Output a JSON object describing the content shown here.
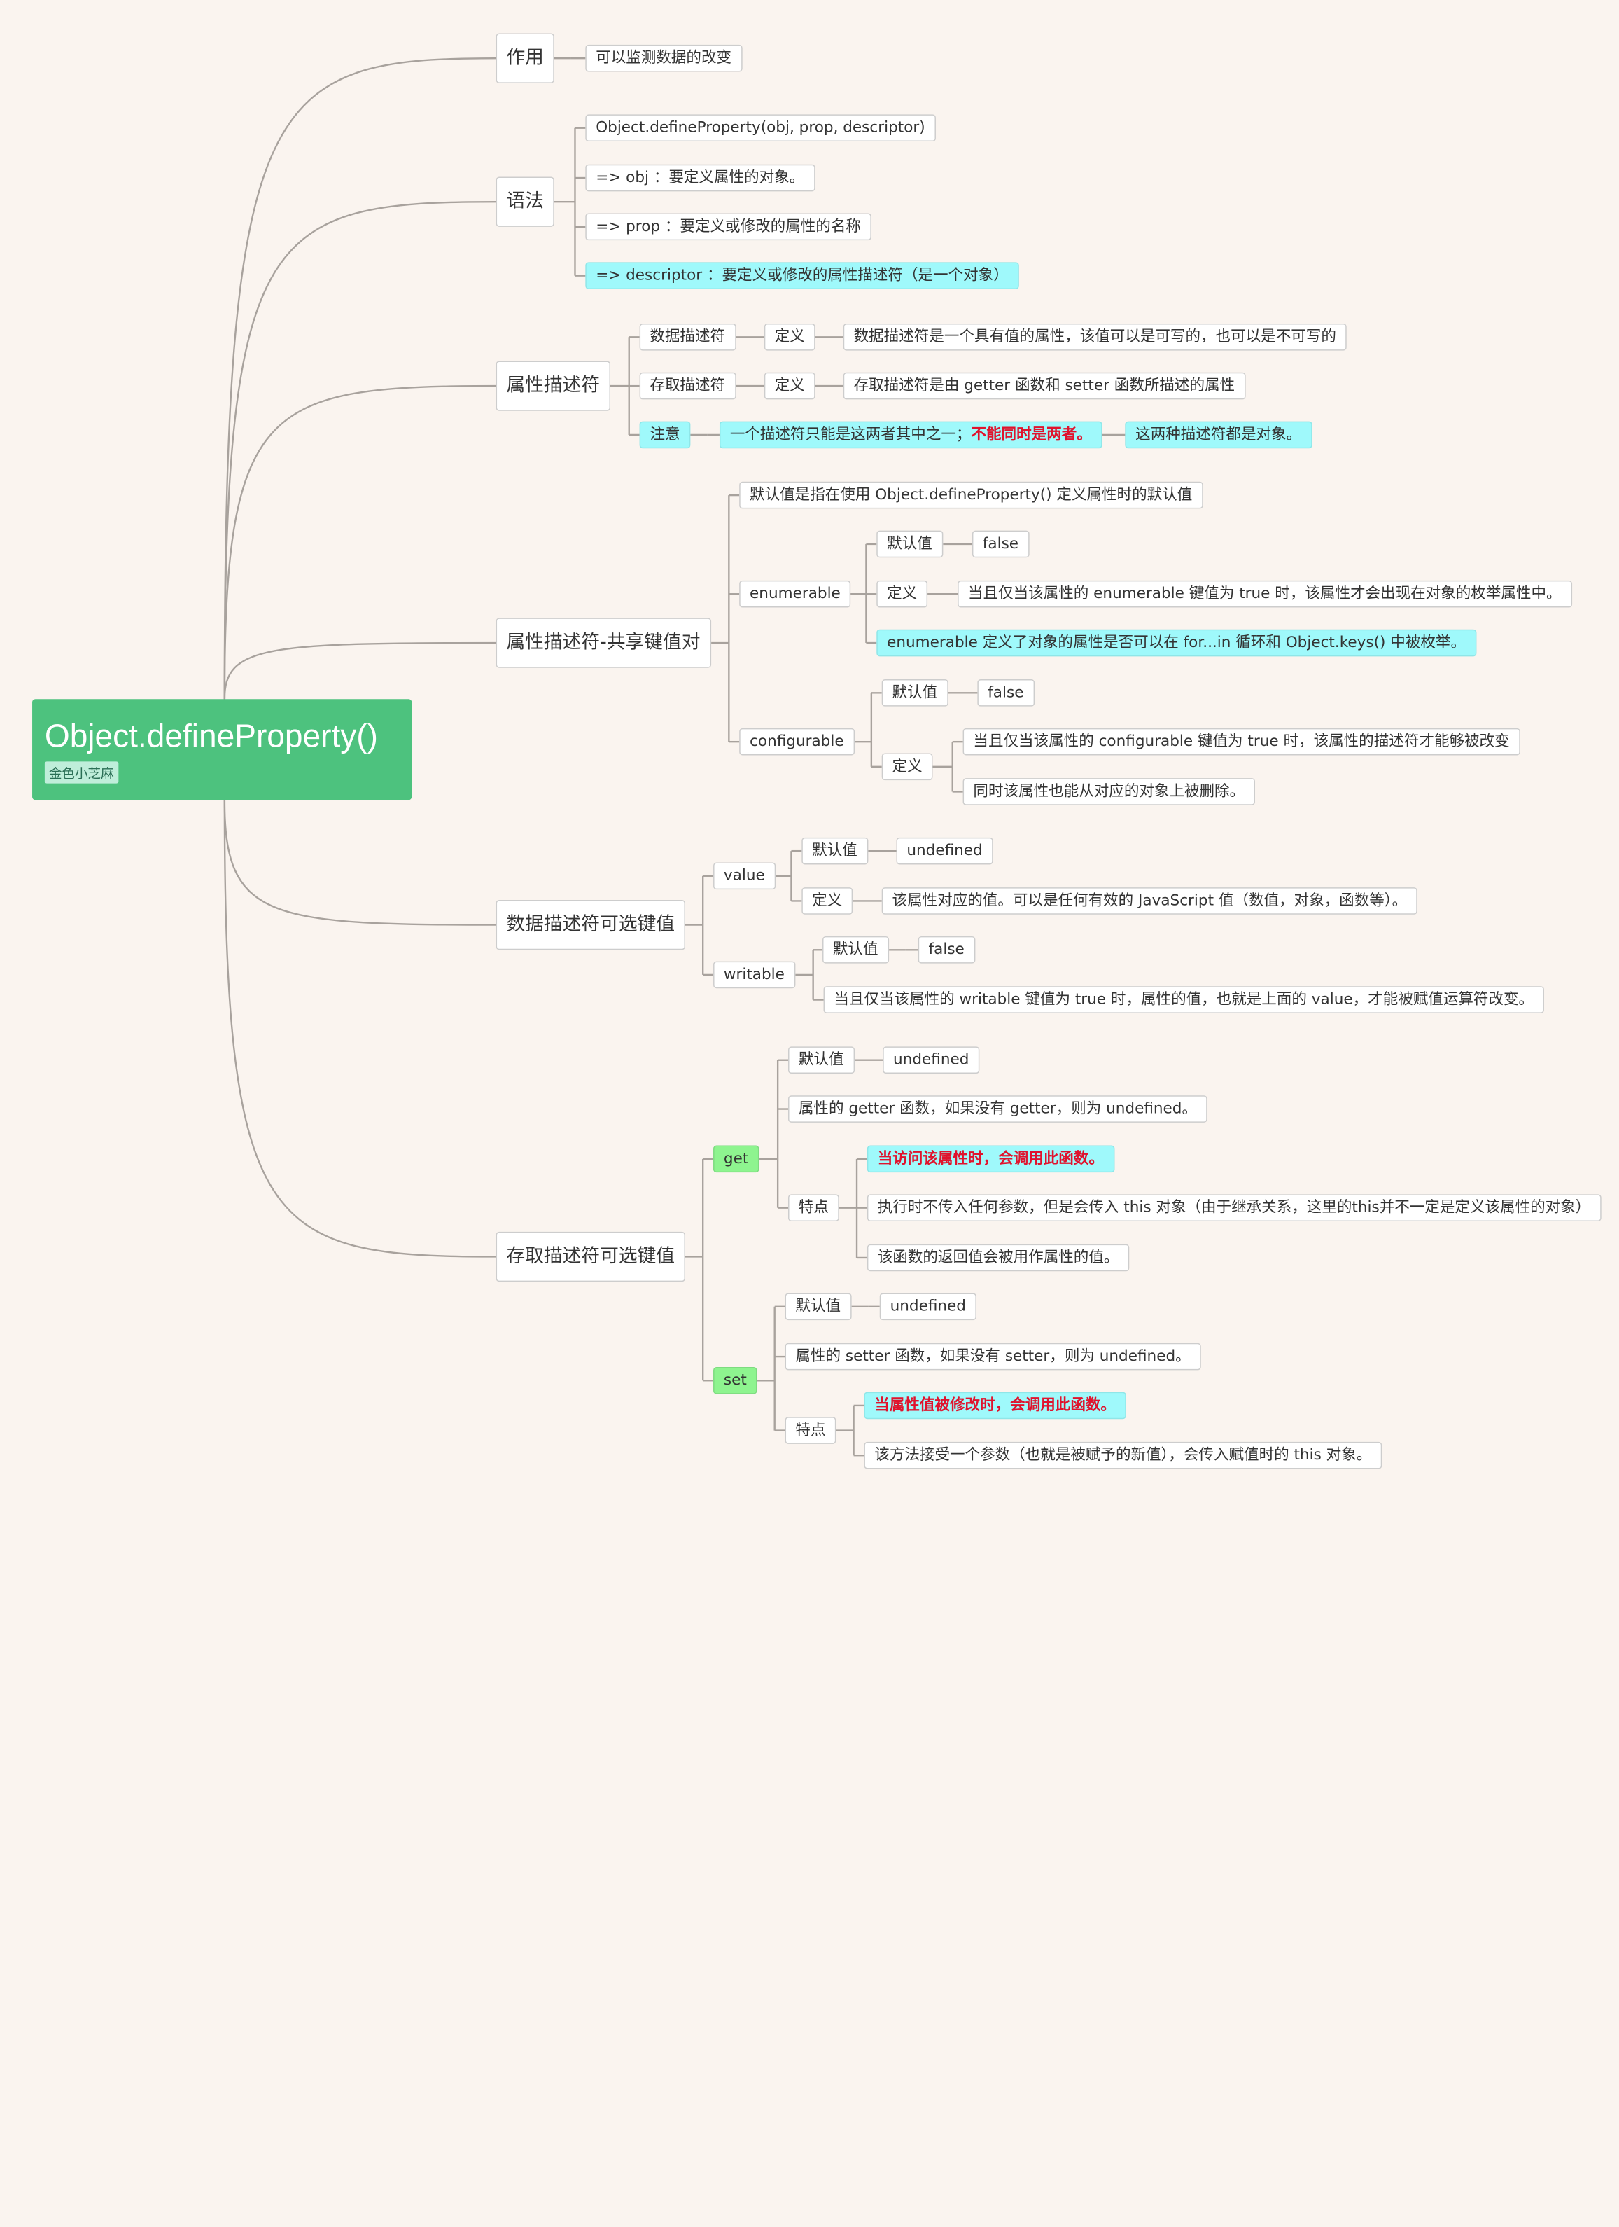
{
  "root": {
    "title": "Object.defineProperty()",
    "tag": "金色小芝麻"
  },
  "nodes": [
    {
      "id": "zy",
      "text": "作用"
    },
    {
      "id": "zy1",
      "text": "可以监测数据的改变"
    },
    {
      "id": "yf",
      "text": "语法"
    },
    {
      "id": "yf1",
      "text": "Object.defineProperty(obj, prop, descriptor)"
    },
    {
      "id": "yf2",
      "text": "=> obj ：要定义属性的对象。"
    },
    {
      "id": "yf3",
      "text": "=> prop ：要定义或修改的属性的名称"
    },
    {
      "id": "yf4",
      "text": "=> descriptor ：要定义或修改的属性描述符（是一个对象）"
    },
    {
      "id": "sx",
      "text": "属性描述符"
    },
    {
      "id": "sj",
      "text": "数据描述符"
    },
    {
      "id": "sjdy",
      "text": "定义"
    },
    {
      "id": "sjdy1",
      "text": "数据描述符是一个具有值的属性，该值可以是可写的，也可以是不可写的"
    },
    {
      "id": "cq",
      "text": "存取描述符"
    },
    {
      "id": "cqdy",
      "text": "定义"
    },
    {
      "id": "cqdy1",
      "text": "存取描述符是由 getter 函数和 setter 函数所描述的属性"
    },
    {
      "id": "zyi",
      "text": "注意"
    },
    {
      "id": "zyi1a",
      "text": "一个描述符只能是这两者其中之一；"
    },
    {
      "id": "zyi1b",
      "text": "不能同时是两者。"
    },
    {
      "id": "zyi2",
      "text": "这两种描述符都是对象。"
    },
    {
      "id": "gx",
      "text": "属性描述符-共享键值对"
    },
    {
      "id": "gx0",
      "text": "默认值是指在使用 Object.defineProperty() 定义属性时的默认值"
    },
    {
      "id": "en",
      "text": "enumerable"
    },
    {
      "id": "enmr",
      "text": "默认值"
    },
    {
      "id": "enmr1",
      "text": "false"
    },
    {
      "id": "endy",
      "text": "定义"
    },
    {
      "id": "endy1",
      "text": "当且仅当该属性的 enumerable 键值为 true 时，该属性才会出现在对象的枚举属性中。"
    },
    {
      "id": "enx",
      "text": "enumerable 定义了对象的属性是否可以在 for...in 循环和 Object.keys() 中被枚举。"
    },
    {
      "id": "cf",
      "text": "configurable"
    },
    {
      "id": "cfmr",
      "text": "默认值"
    },
    {
      "id": "cfmr1",
      "text": "false"
    },
    {
      "id": "cfdy",
      "text": "定义"
    },
    {
      "id": "cfdy1",
      "text": "当且仅当该属性的 configurable 键值为 true 时，该属性的描述符才能够被改变"
    },
    {
      "id": "cfdy2",
      "text": "同时该属性也能从对应的对象上被删除。"
    },
    {
      "id": "sk",
      "text": "数据描述符可选键值"
    },
    {
      "id": "val",
      "text": "value"
    },
    {
      "id": "valmr",
      "text": "默认值"
    },
    {
      "id": "valmr1",
      "text": "undefined"
    },
    {
      "id": "valdy",
      "text": "定义"
    },
    {
      "id": "valdy1",
      "text": "该属性对应的值。可以是任何有效的 JavaScript 值（数值，对象，函数等）。"
    },
    {
      "id": "wr",
      "text": "writable"
    },
    {
      "id": "wrmr",
      "text": "默认值"
    },
    {
      "id": "wrmr1",
      "text": "false"
    },
    {
      "id": "wr2",
      "text": "当且仅当该属性的 writable 键值为 true 时，属性的值，也就是上面的 value，才能被赋值运算符改变。"
    },
    {
      "id": "ck",
      "text": "存取描述符可选键值"
    },
    {
      "id": "get",
      "text": "get"
    },
    {
      "id": "getmr",
      "text": "默认值"
    },
    {
      "id": "getmr1",
      "text": "undefined"
    },
    {
      "id": "get2",
      "text": "属性的 getter 函数，如果没有 getter，则为 undefined。"
    },
    {
      "id": "gettd",
      "text": "特点"
    },
    {
      "id": "gettd1",
      "text": "当访问该属性时，会调用此函数。"
    },
    {
      "id": "gettd2",
      "text": "执行时不传入任何参数，但是会传入 this 对象（由于继承关系，这里的this并不一定是定义该属性的对象）"
    },
    {
      "id": "gettd3",
      "text": "该函数的返回值会被用作属性的值。"
    },
    {
      "id": "set",
      "text": "set"
    },
    {
      "id": "setmr",
      "text": "默认值"
    },
    {
      "id": "setmr1",
      "text": "undefined"
    },
    {
      "id": "set2",
      "text": "属性的 setter 函数，如果没有 setter，则为 undefined。"
    },
    {
      "id": "settd",
      "text": "特点"
    },
    {
      "id": "settd1",
      "text": "当属性值被修改时，会调用此函数。"
    },
    {
      "id": "settd2",
      "text": "该方法接受一个参数（也就是被赋予的新值），会传入赋值时的 this 对象。"
    }
  ],
  "colors": {
    "background": "#faf4ef",
    "root": "#4dc27e",
    "highlight": "#9ff9fb",
    "get_set": "#8ef48f",
    "emphasis": "#e0132d",
    "line": "#a8a29d"
  }
}
